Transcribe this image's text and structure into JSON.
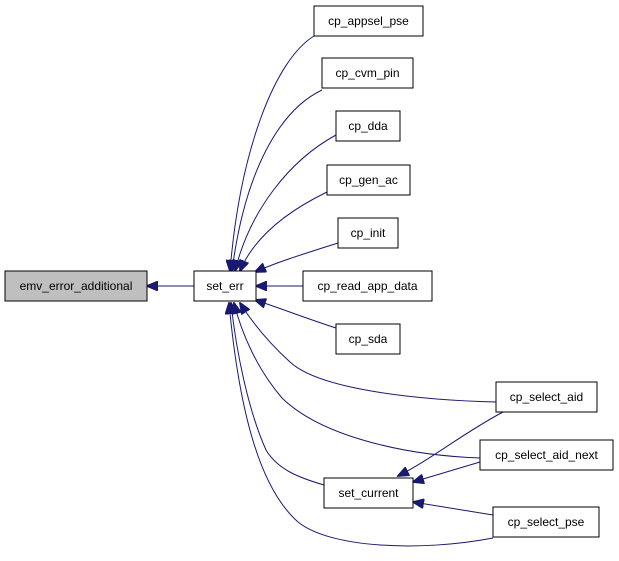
{
  "diagram": {
    "nodes": [
      {
        "id": "emv_error_additional",
        "label": "emv_error_additional",
        "highlighted": true
      },
      {
        "id": "set_err",
        "label": "set_err"
      },
      {
        "id": "cp_appsel_pse",
        "label": "cp_appsel_pse"
      },
      {
        "id": "cp_cvm_pin",
        "label": "cp_cvm_pin"
      },
      {
        "id": "cp_dda",
        "label": "cp_dda"
      },
      {
        "id": "cp_gen_ac",
        "label": "cp_gen_ac"
      },
      {
        "id": "cp_init",
        "label": "cp_init"
      },
      {
        "id": "cp_read_app_data",
        "label": "cp_read_app_data"
      },
      {
        "id": "cp_sda",
        "label": "cp_sda"
      },
      {
        "id": "cp_select_aid",
        "label": "cp_select_aid"
      },
      {
        "id": "cp_select_aid_next",
        "label": "cp_select_aid_next"
      },
      {
        "id": "set_current",
        "label": "set_current"
      },
      {
        "id": "cp_select_pse",
        "label": "cp_select_pse"
      }
    ],
    "edges": [
      {
        "from": "set_err",
        "to": "emv_error_additional"
      },
      {
        "from": "cp_appsel_pse",
        "to": "set_err"
      },
      {
        "from": "cp_cvm_pin",
        "to": "set_err"
      },
      {
        "from": "cp_dda",
        "to": "set_err"
      },
      {
        "from": "cp_gen_ac",
        "to": "set_err"
      },
      {
        "from": "cp_init",
        "to": "set_err"
      },
      {
        "from": "cp_read_app_data",
        "to": "set_err"
      },
      {
        "from": "cp_sda",
        "to": "set_err"
      },
      {
        "from": "cp_select_aid",
        "to": "set_err"
      },
      {
        "from": "cp_select_aid_next",
        "to": "set_err"
      },
      {
        "from": "set_current",
        "to": "set_err"
      },
      {
        "from": "cp_select_pse",
        "to": "set_err"
      },
      {
        "from": "cp_select_aid",
        "to": "set_current"
      },
      {
        "from": "cp_select_aid_next",
        "to": "set_current"
      },
      {
        "from": "cp_select_pse",
        "to": "set_current"
      }
    ],
    "colors": {
      "edge": "#191970",
      "node_border": "#000000",
      "node_fill": "#ffffff",
      "highlight_fill": "#bfbfbf"
    }
  }
}
